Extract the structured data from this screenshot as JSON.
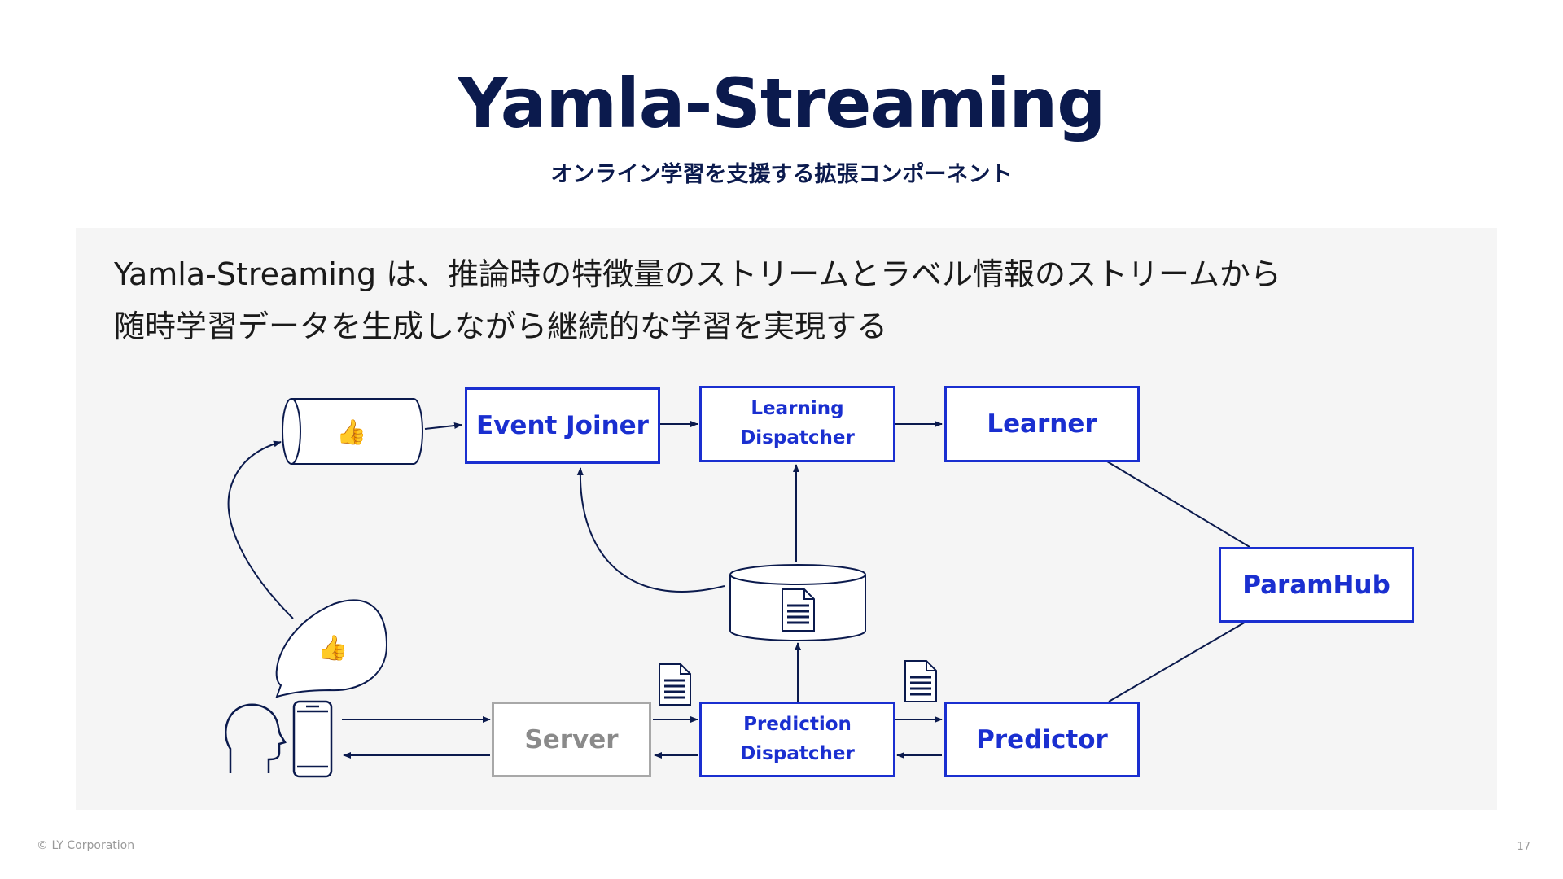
{
  "slide": {
    "title": "Yamla-Streaming",
    "subtitle": "オンライン学習を支援する拡張コンポーネント",
    "description_line1": "Yamla-Streaming は、推論時の特徴量のストリームとラベル情報のストリームから",
    "description_line2": "随時学習データを生成しながら継続的な学習を実現する",
    "footer_copyright": "© LY Corporation",
    "page_number": "17"
  },
  "diagram": {
    "nodes": {
      "event_joiner": "Event Joiner",
      "learning_dispatcher_line1": "Learning",
      "learning_dispatcher_line2": "Dispatcher",
      "learner": "Learner",
      "paramhub": "ParamHub",
      "server": "Server",
      "prediction_dispatcher_line1": "Prediction",
      "prediction_dispatcher_line2": "Dispatcher",
      "predictor": "Predictor"
    },
    "icons": [
      "thumbs-up-icon",
      "speech-bubble-icon",
      "user-head-icon",
      "smartphone-icon",
      "document-icon",
      "queue-cylinder-icon",
      "database-cylinder-icon"
    ],
    "colors": {
      "accent": "#1a2fd0",
      "title": "#0b1a4d",
      "inactive": "#a8a8a8",
      "line": "#0b1a4d",
      "panel": "#f5f5f5"
    }
  }
}
